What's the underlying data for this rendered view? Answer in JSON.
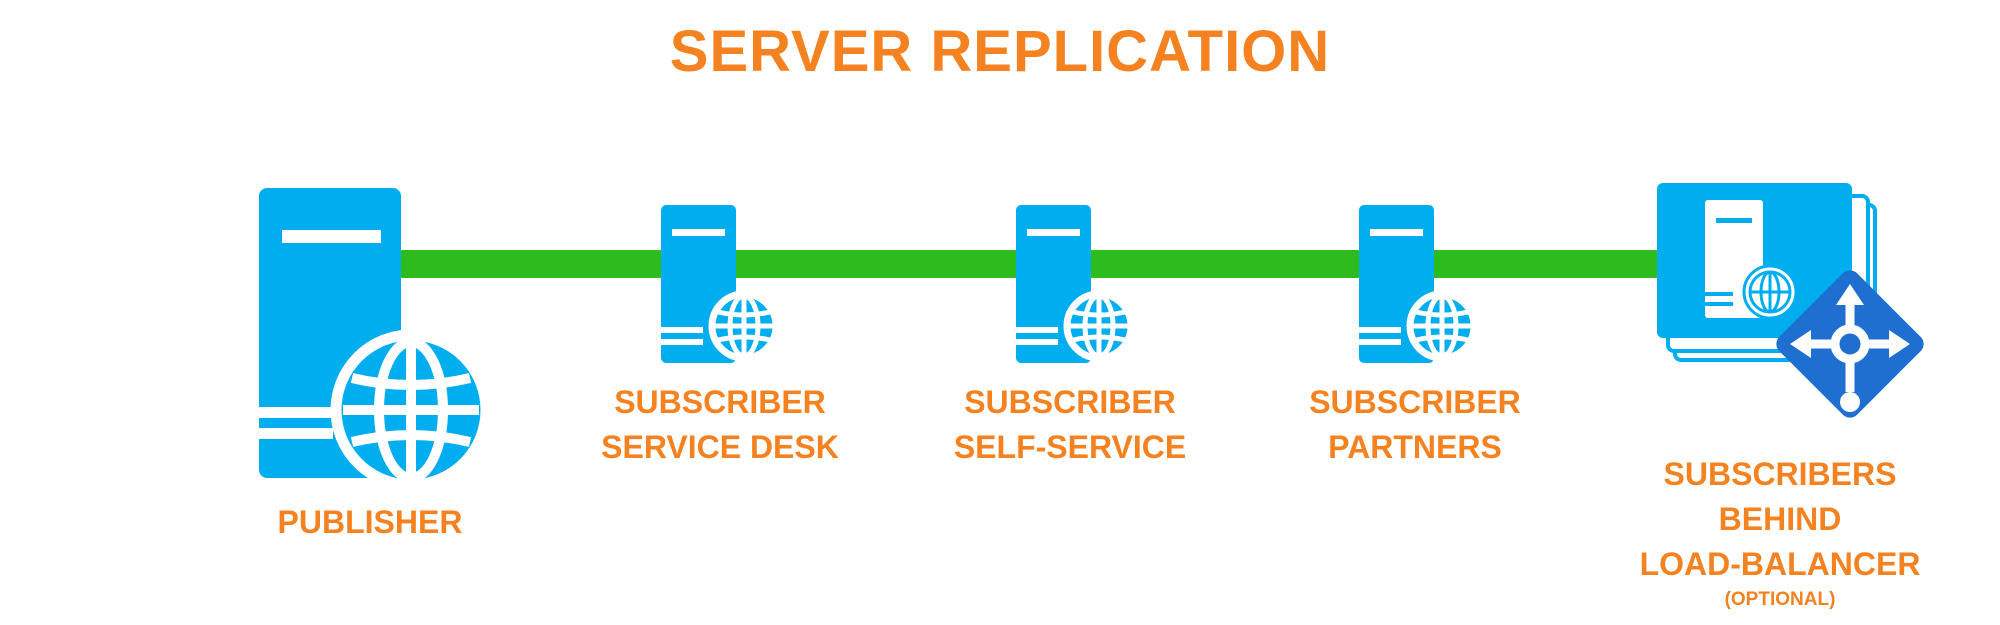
{
  "title": "SERVER REPLICATION",
  "colors": {
    "accent": "#f58220",
    "server": "#00aeef",
    "link": "#2dbc1d",
    "white": "#ffffff"
  },
  "nodes": [
    {
      "role": "publisher",
      "icon": "server-globe-icon",
      "lines": [
        "PUBLISHER"
      ]
    },
    {
      "role": "subscriber",
      "icon": "server-globe-icon",
      "lines": [
        "SUBSCRIBER",
        "SERVICE DESK"
      ]
    },
    {
      "role": "subscriber",
      "icon": "server-globe-icon",
      "lines": [
        "SUBSCRIBER",
        "SELF-SERVICE"
      ]
    },
    {
      "role": "subscriber",
      "icon": "server-globe-icon",
      "lines": [
        "SUBSCRIBER",
        "PARTNERS"
      ]
    },
    {
      "role": "subscriber-group",
      "icon": "load-balancer-icon",
      "lines": [
        "SUBSCRIBERS",
        "BEHIND",
        "LOAD-BALANCER"
      ],
      "note": "(OPTIONAL)"
    }
  ]
}
